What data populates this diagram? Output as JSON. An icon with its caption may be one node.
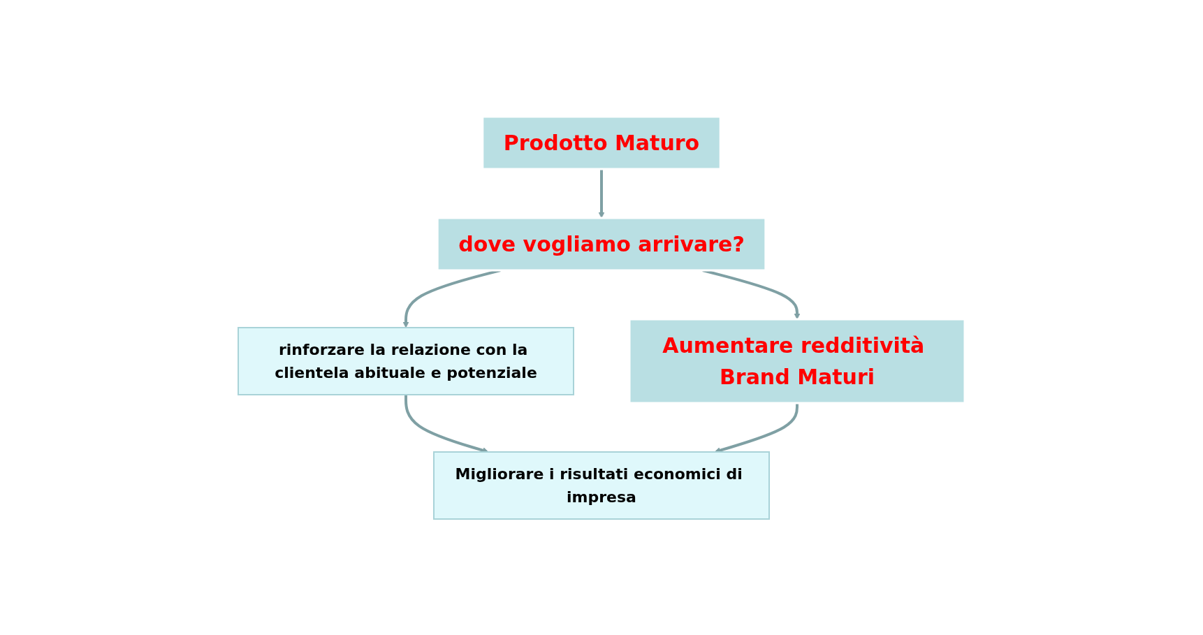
{
  "diagram": {
    "nodes": [
      {
        "text": [
          "Prodotto Maturo"
        ]
      },
      {
        "text": [
          "dove vogliamo arrivare?"
        ]
      },
      {
        "text": [
          "Aumentare redditività Brand Maturi"
        ]
      },
      {
        "text": [
          "rinforzare la relazione con la clientela abituale e potenziale"
        ]
      },
      {
        "text": [
          "Migliorare i risultati economici di impresa"
        ]
      }
    ],
    "edges": [
      {
        "from": 0,
        "to": 1,
        "arrow": "to"
      },
      {
        "from": 1,
        "to": 2,
        "arrow": "to"
      },
      {
        "from": 1,
        "to": 3,
        "arrow": "to"
      },
      {
        "from": 3,
        "to": 4,
        "arrow": "to"
      },
      {
        "from": 2,
        "to": 4,
        "arrow": "to"
      }
    ]
  }
}
